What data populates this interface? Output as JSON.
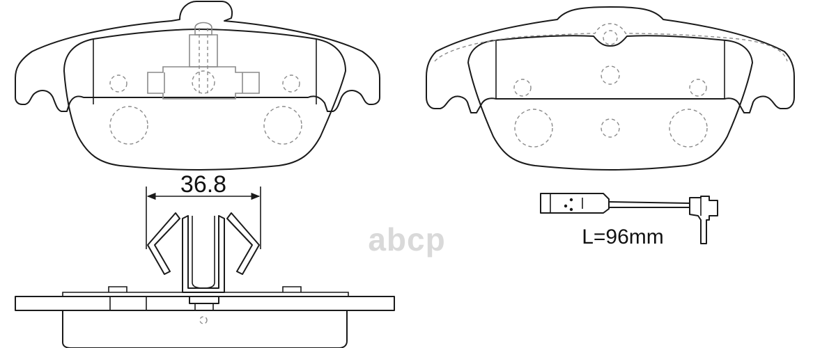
{
  "dimension": {
    "width_label": "36.8"
  },
  "sensor": {
    "length_label": "L=96mm"
  },
  "watermark": {
    "text": "abcp"
  },
  "colors": {
    "outline": "#1a1a1a",
    "hidden_line": "#8a8a8a",
    "watermark": "#d9d9d9",
    "background": "#ffffff"
  }
}
